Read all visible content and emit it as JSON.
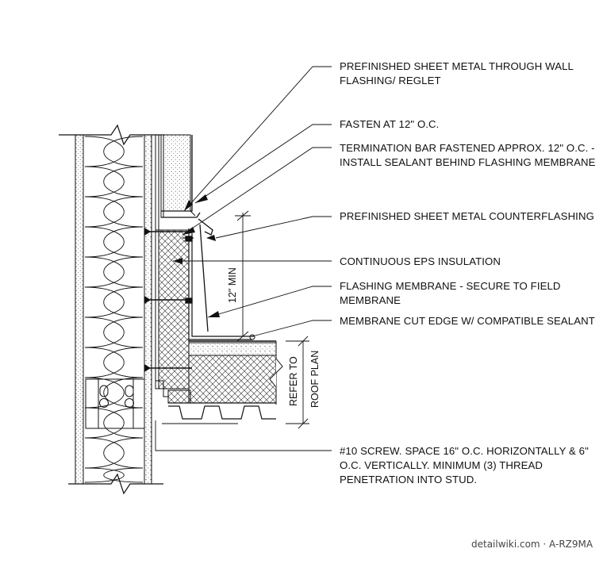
{
  "callouts": [
    {
      "id": "reglet",
      "lines": [
        "PREFINISHED SHEET METAL THROUGH WALL",
        "FLASHING/ REGLET"
      ]
    },
    {
      "id": "fasten",
      "lines": [
        "FASTEN AT 12\" O.C."
      ]
    },
    {
      "id": "termination",
      "lines": [
        "TERMINATION BAR FASTENED APPROX. 12\" O.C. -",
        "INSTALL SEALANT BEHIND FLASHING MEMBRANE"
      ]
    },
    {
      "id": "counterflashing",
      "lines": [
        "PREFINISHED SHEET METAL COUNTERFLASHING"
      ]
    },
    {
      "id": "eps",
      "lines": [
        "CONTINUOUS EPS INSULATION"
      ]
    },
    {
      "id": "flashing-membrane",
      "lines": [
        "FLASHING MEMBRANE - SECURE TO FIELD",
        "MEMBRANE"
      ]
    },
    {
      "id": "cut-edge",
      "lines": [
        "MEMBRANE CUT EDGE W/ COMPATIBLE SEALANT"
      ]
    },
    {
      "id": "screw",
      "lines": [
        "#10 SCREW.  SPACE 16\" O.C. HORIZONTALLY & 6\"",
        "O.C. VERTICALLY.  MINIMUM (3) THREAD",
        "PENETRATION INTO STUD."
      ]
    }
  ],
  "dimensions": {
    "min_height": "12\" MIN",
    "refer_line1": "REFER TO",
    "refer_line2": "ROOF PLAN"
  },
  "credit": "detailwiki.com · A-RZ9MA",
  "colors": {
    "line": "#111111",
    "hatch": "#444444",
    "background": "#ffffff"
  }
}
